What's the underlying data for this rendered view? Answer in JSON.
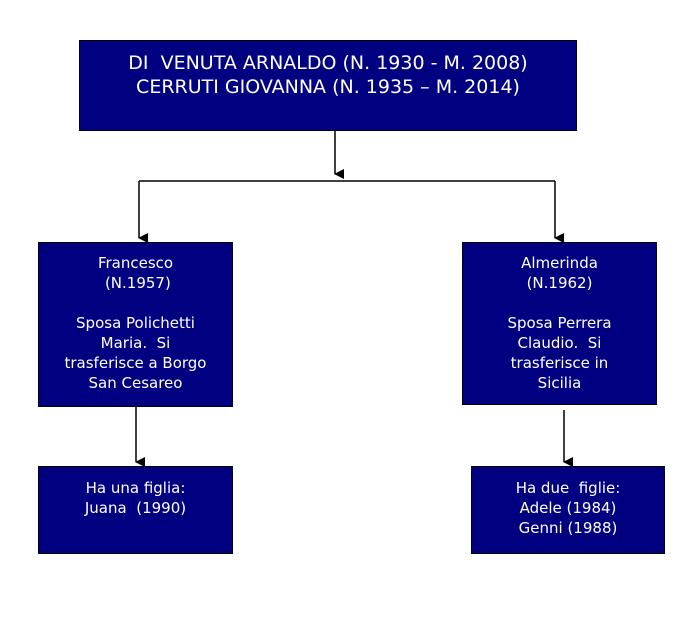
{
  "root": {
    "lines": [
      "DI  VENUTA ARNALDO (N. 1930 - M. 2008)",
      "CERRUTI GIOVANNA (N. 1935 – M. 2014)"
    ]
  },
  "children": [
    {
      "lines": [
        "Francesco",
        " (N.1957)",
        "",
        "Sposa Polichetti",
        "Maria.  Si",
        "trasferisce a Borgo",
        "San Cesareo"
      ],
      "descendants": [
        "Ha una figlia:",
        "Juana  (1990)"
      ]
    },
    {
      "lines": [
        "Almerinda",
        "(N.1962)",
        "",
        "Sposa Perrera",
        "Claudio.  Si",
        "trasferisce in",
        "Sicilia"
      ],
      "descendants": [
        "Ha due  figlie:",
        "Adele (1984)",
        "Genni (1988)"
      ]
    }
  ],
  "colors": {
    "box_fill": "#000080",
    "box_text": "#ffffff",
    "connector": "#000000"
  }
}
